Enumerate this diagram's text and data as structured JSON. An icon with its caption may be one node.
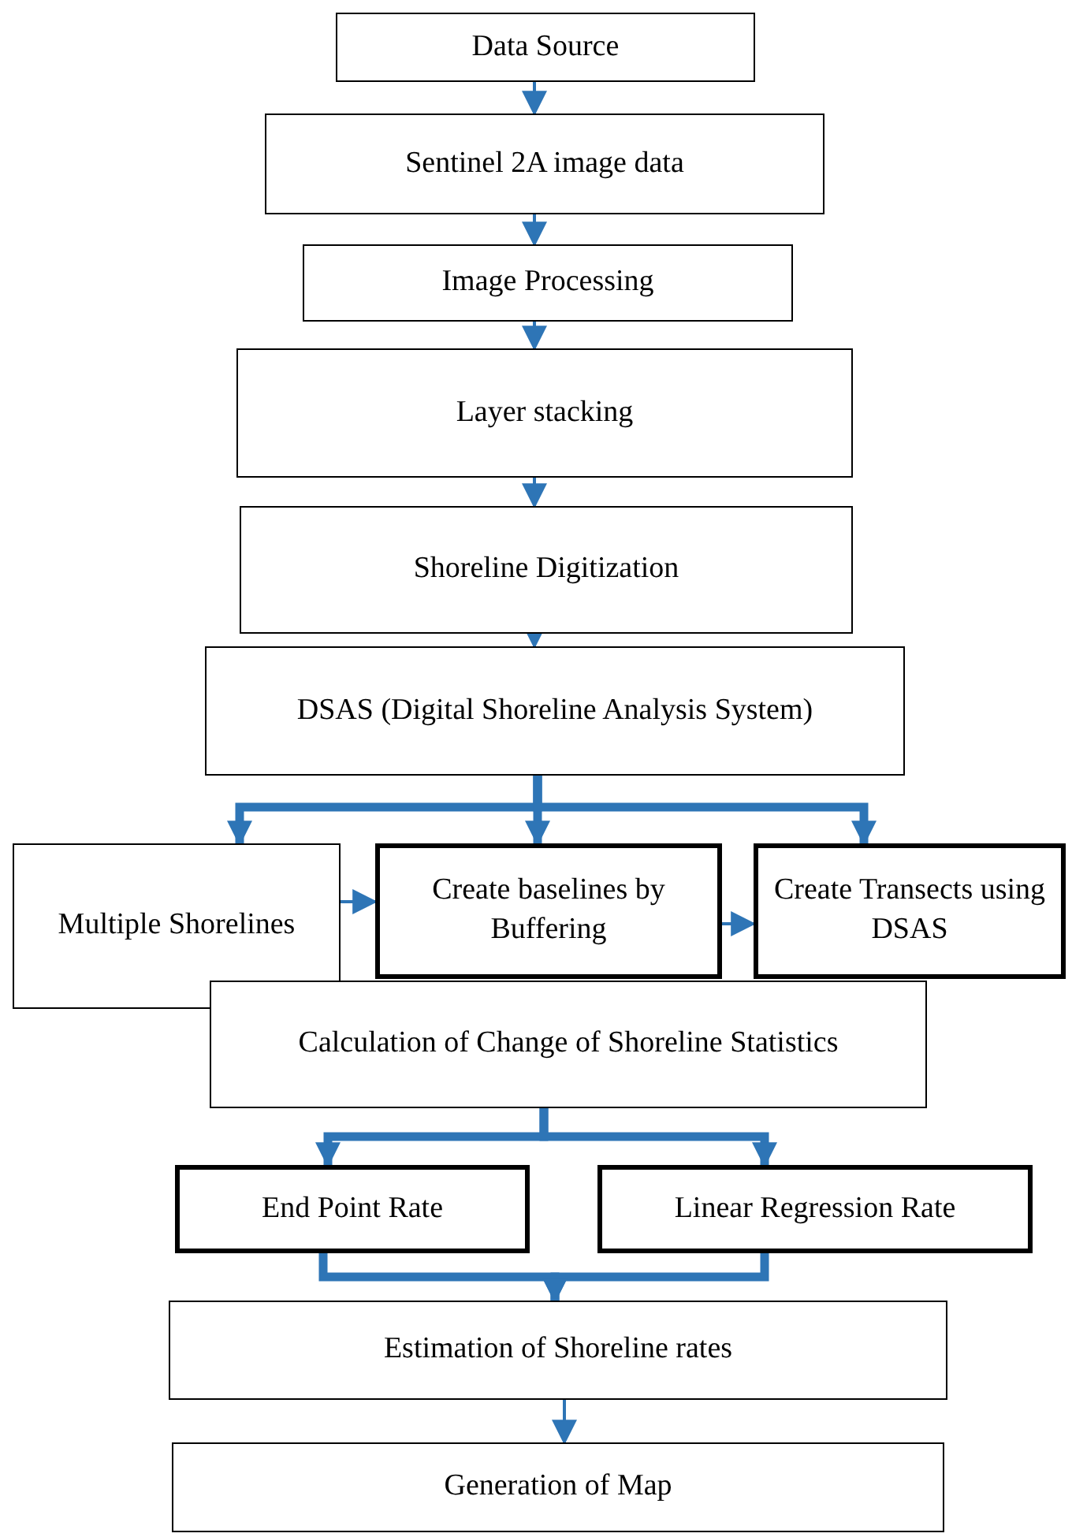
{
  "diagram": {
    "nodes": [
      {
        "text": [
          "Data Source"
        ]
      },
      {
        "text": [
          "Sentinel 2A image data"
        ]
      },
      {
        "text": [
          "Image Processing"
        ]
      },
      {
        "text": [
          "Layer stacking"
        ]
      },
      {
        "text": [
          "Shoreline Digitization"
        ]
      },
      {
        "text": [
          "DSAS (Digital Shoreline Analysis System)"
        ]
      },
      {
        "text": [
          "Multiple Shorelines"
        ]
      },
      {
        "text": [
          "Create baselines by Buffering"
        ]
      },
      {
        "text": [
          "Create Transects using DSAS"
        ]
      },
      {
        "text": [
          "Calculation of Change of Shoreline Statistics"
        ]
      },
      {
        "text": [
          "End Point Rate"
        ]
      },
      {
        "text": [
          "Linear Regression Rate"
        ]
      },
      {
        "text": [
          "Estimation of Shoreline rates"
        ]
      },
      {
        "text": [
          "Generation of Map"
        ]
      }
    ],
    "edges": [
      {
        "from": 0,
        "to": 1,
        "arrow": "to"
      },
      {
        "from": 1,
        "to": 2,
        "arrow": "to"
      },
      {
        "from": 2,
        "to": 3,
        "arrow": "to"
      },
      {
        "from": 3,
        "to": 4,
        "arrow": "to"
      },
      {
        "from": 4,
        "to": 5,
        "arrow": "to"
      },
      {
        "from": 5,
        "to": 6,
        "arrow": "to",
        "style": "thick"
      },
      {
        "from": 5,
        "to": 7,
        "arrow": "to",
        "style": "thick"
      },
      {
        "from": 5,
        "to": 8,
        "arrow": "to",
        "style": "thick"
      },
      {
        "from": 6,
        "to": 7,
        "arrow": "to"
      },
      {
        "from": 7,
        "to": 8,
        "arrow": "to"
      },
      {
        "from": 9,
        "to": 10,
        "arrow": "to",
        "style": "thick"
      },
      {
        "from": 9,
        "to": 11,
        "arrow": "to",
        "style": "thick"
      },
      {
        "from": 10,
        "to": 12,
        "arrow": "to",
        "style": "thick"
      },
      {
        "from": 11,
        "to": 12,
        "arrow": "to",
        "style": "thick"
      },
      {
        "from": 12,
        "to": 13,
        "arrow": "to"
      }
    ]
  }
}
